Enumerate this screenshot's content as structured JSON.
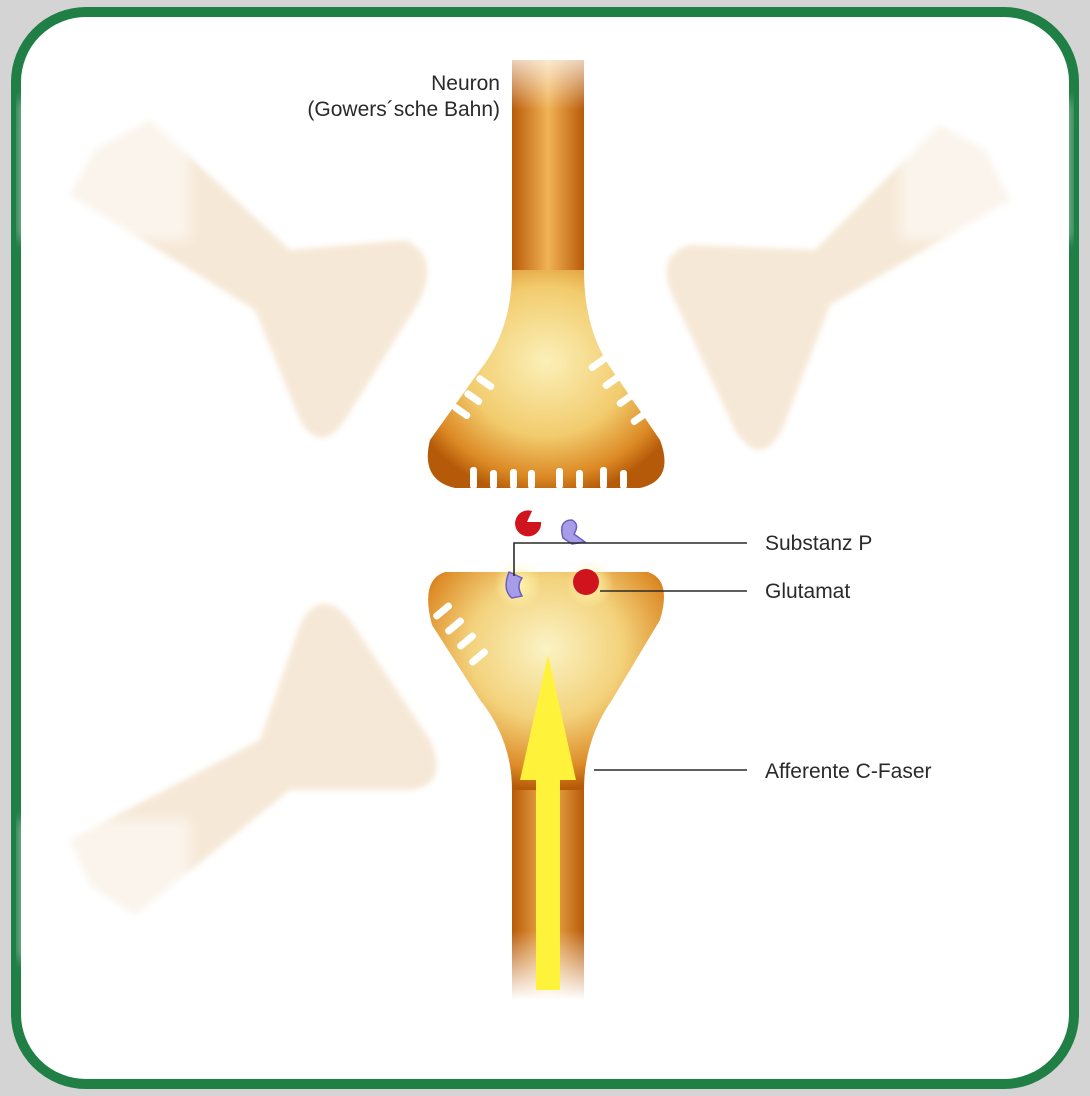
{
  "labels": {
    "neuron_line1": "Neuron",
    "neuron_line2": "(Gowers´sche Bahn)",
    "substanz_p": "Substanz P",
    "glutamat": "Glutamat",
    "afferente_c_faser": "Afferente C-Faser"
  },
  "colors": {
    "frame_border": "#1f7f45",
    "neuron_dark": "#c8670d",
    "neuron_light": "#f9e7a6",
    "background_cells": "#f6e8d6",
    "glutamate": "#d0141e",
    "substance_p": "#a79ce8",
    "signal_arrow": "#fff23a"
  }
}
